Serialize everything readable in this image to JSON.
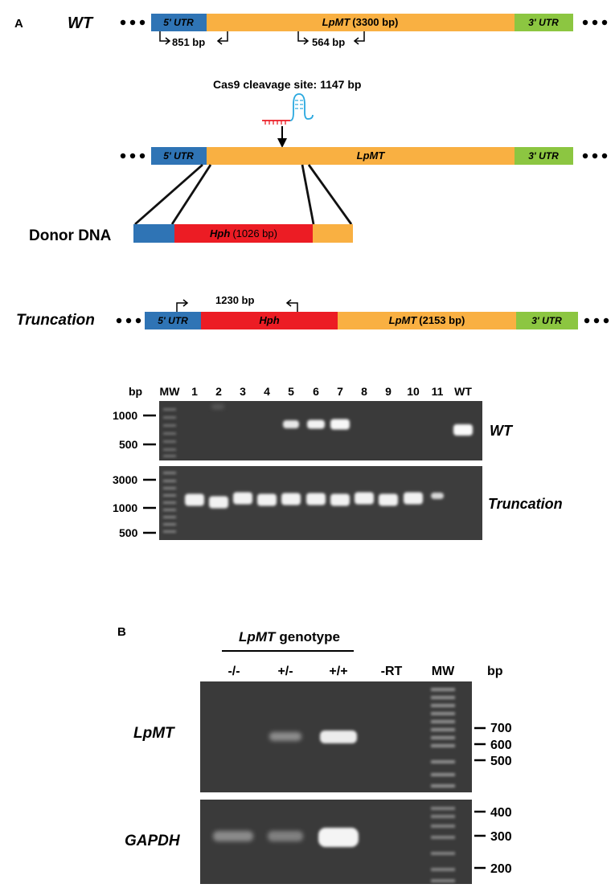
{
  "panel_a": {
    "label": "A",
    "wt": {
      "name": "WT",
      "utr5": "5' UTR",
      "gene": "LpMT",
      "gene_size": "(3300 bp)",
      "utr3": "3' UTR",
      "primer_f": "851 bp",
      "primer_r": "564 bp"
    },
    "cas9": {
      "title": "Cas9 cleavage site: 1147 bp",
      "utr5": "5' UTR",
      "gene": "LpMT",
      "utr3": "3' UTR"
    },
    "donor": {
      "label": "Donor DNA",
      "hph": "Hph",
      "hph_size": "(1026 bp)"
    },
    "truncation": {
      "name": "Truncation",
      "product": "1230 bp",
      "utr5": "5' UTR",
      "hph": "Hph",
      "gene": "LpMT",
      "gene_size": "(2153 bp)",
      "utr3": "3' UTR"
    },
    "gel": {
      "bp": "bp",
      "lanes": [
        "MW",
        "1",
        "2",
        "3",
        "4",
        "5",
        "6",
        "7",
        "8",
        "9",
        "10",
        "11",
        "WT"
      ],
      "top_markers": [
        "1000",
        "500"
      ],
      "bottom_markers": [
        "3000",
        "1000",
        "500"
      ],
      "top_label": "WT",
      "bottom_label": "Truncation"
    }
  },
  "panel_b": {
    "label": "B",
    "genotype_gene": "LpMT",
    "genotype_word": "genotype",
    "lanes": [
      "-/-",
      "+/-",
      "+/+",
      "-RT",
      "MW"
    ],
    "bp": "bp",
    "top_label": "LpMT",
    "bottom_label": "GAPDH",
    "top_markers": [
      "700",
      "600",
      "500"
    ],
    "bottom_markers": [
      "400",
      "300",
      "200"
    ]
  },
  "colors": {
    "utr5": "#2f74b5",
    "gene": "#f9b042",
    "utr3": "#8cc641",
    "hph": "#ec1c24",
    "gel": "#3a3a3a",
    "sgrna": "#29a8df"
  }
}
